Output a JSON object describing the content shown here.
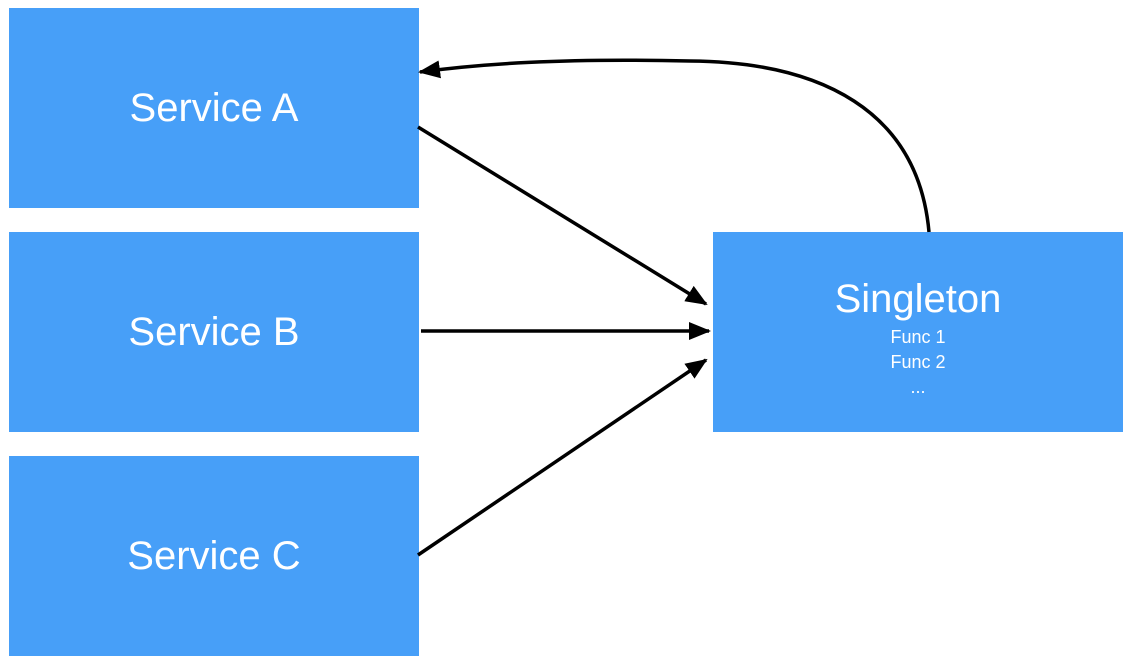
{
  "services": [
    {
      "id": "a",
      "label": "Service A"
    },
    {
      "id": "b",
      "label": "Service B"
    },
    {
      "id": "c",
      "label": "Service C"
    }
  ],
  "singleton": {
    "title": "Singleton",
    "items": [
      "Func 1",
      "Func 2",
      "..."
    ]
  },
  "colors": {
    "node_fill": "#479ff8",
    "node_text": "#ffffff",
    "arrow": "#000000",
    "background": "#ffffff"
  },
  "edges": [
    {
      "from": "Service A",
      "to": "Singleton"
    },
    {
      "from": "Service B",
      "to": "Singleton"
    },
    {
      "from": "Service C",
      "to": "Singleton"
    },
    {
      "from": "Singleton",
      "to": "Service A"
    }
  ]
}
